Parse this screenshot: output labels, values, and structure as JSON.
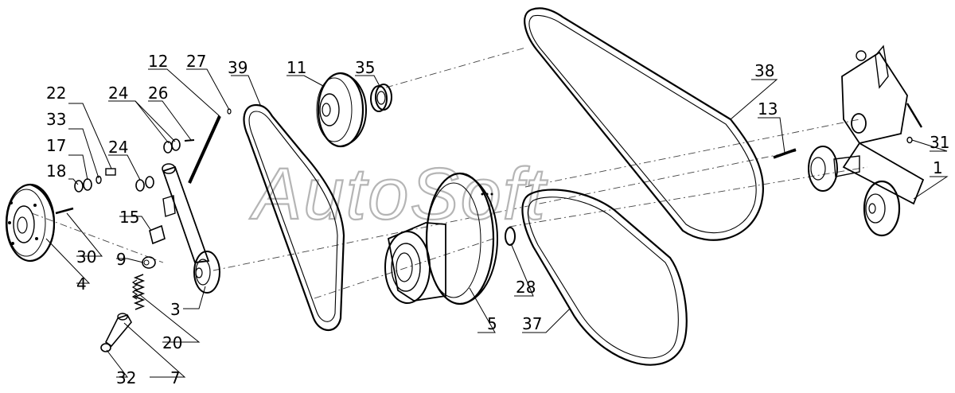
{
  "watermark": "AutoSoft",
  "callouts": {
    "c1": "1",
    "c3": "3",
    "c4": "4",
    "c5": "5",
    "c7": "7",
    "c9": "9",
    "c11": "11",
    "c12": "12",
    "c13": "13",
    "c15": "15",
    "c17": "17",
    "c18": "18",
    "c20": "20",
    "c22": "22",
    "c24a": "24",
    "c24b": "24",
    "c26": "26",
    "c27": "27",
    "c28": "28",
    "c30": "30",
    "c31": "31",
    "c32": "32",
    "c33": "33",
    "c35": "35",
    "c37": "37",
    "c38": "38",
    "c39": "39"
  }
}
